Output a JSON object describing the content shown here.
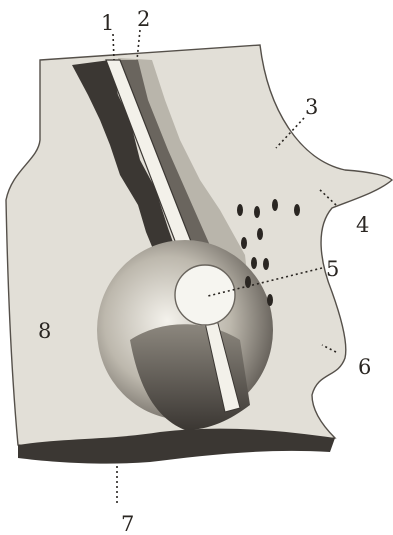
{
  "figure": {
    "labels": [
      {
        "id": "1",
        "text": "1"
      },
      {
        "id": "2",
        "text": "2"
      },
      {
        "id": "3",
        "text": "3"
      },
      {
        "id": "4",
        "text": "4"
      },
      {
        "id": "5",
        "text": "5"
      },
      {
        "id": "6",
        "text": "6"
      },
      {
        "id": "7",
        "text": "7"
      },
      {
        "id": "8",
        "text": "8"
      }
    ],
    "colors": {
      "paper": "#ffffff",
      "tissue": "#e2dfd7",
      "tissue_shade": "#b9b5ab",
      "dark": "#3b3733",
      "ink": "#2a2622"
    }
  }
}
